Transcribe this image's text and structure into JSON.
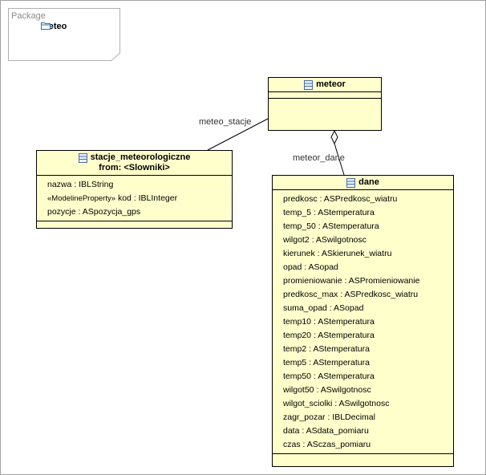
{
  "package": {
    "label": "Package",
    "name": "meteo",
    "icon": "folder-icon"
  },
  "classes": {
    "meteor": {
      "name": "meteor",
      "icon": "class-icon",
      "attributes": []
    },
    "stacje": {
      "name": "stacje_meteorologiczne",
      "from": "from: <Slowniki>",
      "icon": "class-icon",
      "attributes": [
        {
          "text": "nazwa : IBLString"
        },
        {
          "stereotype": "«ModelineProperty»",
          "text": " kod : IBLInteger"
        },
        {
          "text": "pozycje : ASpozycja_gps"
        }
      ]
    },
    "dane": {
      "name": "dane",
      "icon": "class-icon",
      "attributes": [
        "predkosc : ASPredkosc_wiatru",
        "temp_5 : AStemperatura",
        "temp_50 : AStemperatura",
        "wilgot2 : ASwilgotnosc",
        "kierunek : ASkierunek_wiatru",
        "opad : ASopad",
        "promieniowanie : ASPromieniowanie",
        "predkosc_max : ASPredkosc_wiatru",
        "suma_opad : ASopad",
        "temp10 : AStemperatura",
        "temp20 : AStemperatura",
        "temp2 : AStemperatura",
        "temp5 : AStemperatura",
        "temp50 : AStemperatura",
        "wilgot50 : ASwilgotnosc",
        "wilgot_sciolki : ASwilgotnosc",
        "zagr_pozar : IBLDecimal",
        "data : ASdata_pomiaru",
        "czas : ASczas_pomiaru"
      ]
    }
  },
  "associations": {
    "meteo_stacje": "meteo_stacje",
    "meteor_dane": "meteor_dane"
  },
  "colors": {
    "class_fill": "#ffffcc",
    "border": "#000000",
    "package_label": "#8a8a8a"
  }
}
